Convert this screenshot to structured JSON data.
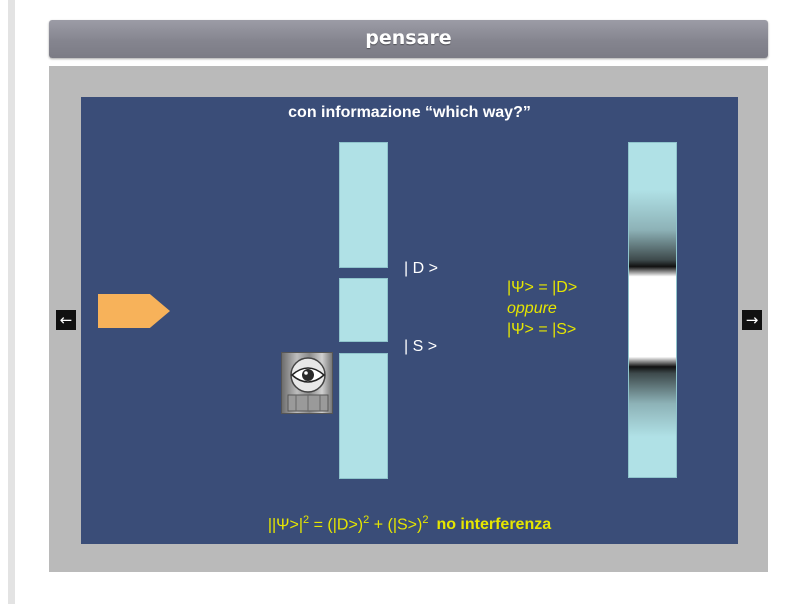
{
  "header": {
    "title": "pensare"
  },
  "nav": {
    "prev_glyph": "←",
    "next_glyph": "→"
  },
  "slide": {
    "heading": "con informazione “which way?”",
    "label_d": "| D >",
    "label_s": "| S >",
    "formula_line1": "|Ψ> = |D>",
    "formula_line2": "oppure",
    "formula_line3": "|Ψ> = |S>",
    "bottom_eq_part1": "||Ψ>|",
    "bottom_eq_exp1": "2",
    "bottom_eq_part2": " = (|D>)",
    "bottom_eq_exp2": "2",
    "bottom_eq_part3": " + (|S>)",
    "bottom_eq_exp3": "2",
    "bottom_eq_bold": "no interferenza"
  },
  "icons": {
    "prev": "arrow-left-icon",
    "next": "arrow-right-icon",
    "source": "pentagon-arrow-icon",
    "detector": "eye-icon"
  },
  "colors": {
    "slide_bg": "#3a4d78",
    "slit": "#b0e1e6",
    "formula_text": "#e6e600",
    "arrow": "#f7b25a"
  }
}
